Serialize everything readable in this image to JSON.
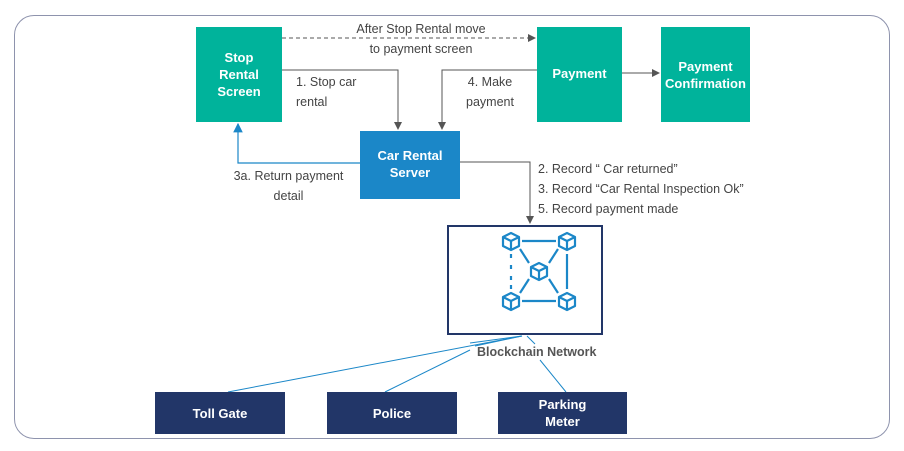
{
  "diagram": {
    "nodes": {
      "stop_rental_screen": "Stop\nRental\nScreen",
      "payment": "Payment",
      "payment_confirmation": "Payment\nConfirmation",
      "car_rental_server": "Car Rental\nServer",
      "toll_gate": "Toll Gate",
      "police": "Police",
      "parking_meter": "Parking\nMeter"
    },
    "blockchain_label": "Blockchain Network",
    "edge_labels": {
      "after_stop": "After Stop Rental move\nto payment screen",
      "stop_car": "1. Stop car\nrental",
      "make_payment": "4. Make\npayment",
      "return_detail": "3a. Return payment\ndetail",
      "records": "2. Record “ Car returned”\n3. Record “Car Rental Inspection Ok”\n5. Record payment made"
    },
    "icons": {
      "blockchain": "blockchain-network-icon"
    },
    "colors": {
      "teal": "#00b39b",
      "server_blue": "#1b87c8",
      "navy": "#223668",
      "arrow_gray": "#555555",
      "link_blue": "#1b87c8"
    }
  }
}
